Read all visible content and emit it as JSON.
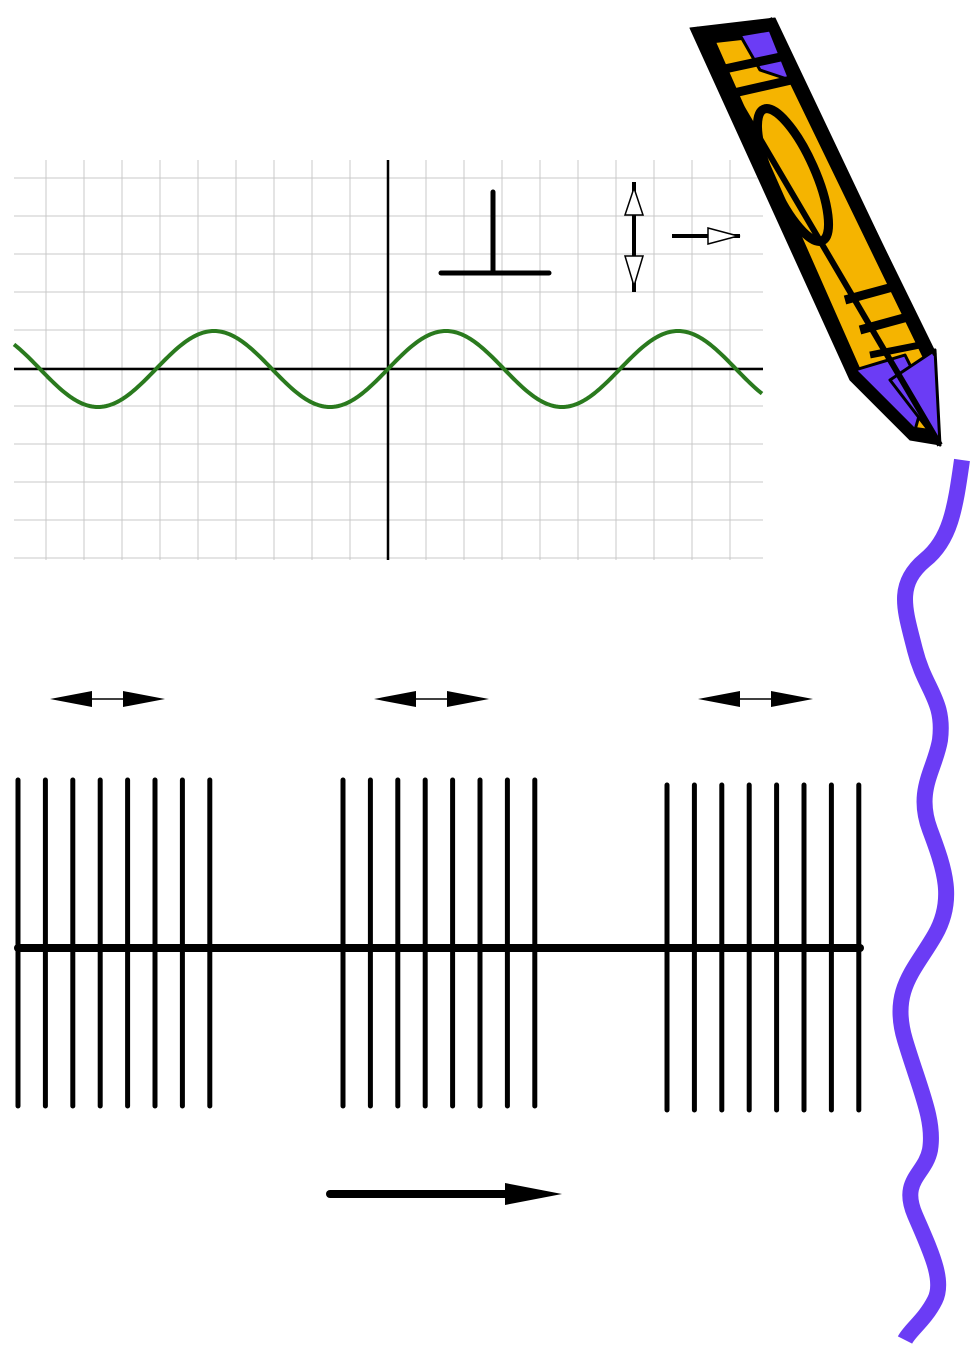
{
  "colors": {
    "grid": "#c8c8c8",
    "axis": "#000000",
    "wave": "#2a7a1e",
    "pencil_body": "#f5b400",
    "pencil_accent": "#6b3cf5",
    "squiggle": "#6b3cf5",
    "stroke": "#000000"
  },
  "icons": {
    "perpendicular": "perpendicular-icon",
    "double_arrow": "vertical-double-arrow-icon",
    "direction_arrow": "right-arrow-icon",
    "pencil": "pencil-icon",
    "squiggle": "wavy-line-decoration"
  },
  "wave": {
    "cycles_visible": 3.25,
    "relative_amplitude": 0.25
  },
  "compression_groups": {
    "count": 3,
    "lines_per_group": 8
  }
}
